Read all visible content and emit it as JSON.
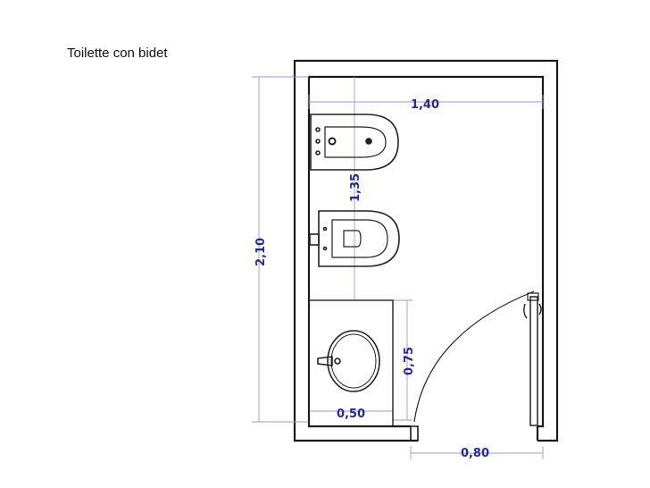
{
  "title": "Toilette con bidet",
  "dimensions": {
    "width_total": "1,40",
    "height_total": "2,10",
    "fixtures_span": "1,35",
    "cabinet_depth": "0,75",
    "cabinet_width": "0,50",
    "door_width": "0,80"
  },
  "colors": {
    "walls": "#1a1a1a",
    "dimension_lines": "#9a9ac8",
    "dimension_text": "#2a2a8a",
    "fixtures": "#222222"
  },
  "icons": [
    "bidet-icon",
    "toilet-icon",
    "washbasin-icon",
    "door-swing-icon"
  ]
}
